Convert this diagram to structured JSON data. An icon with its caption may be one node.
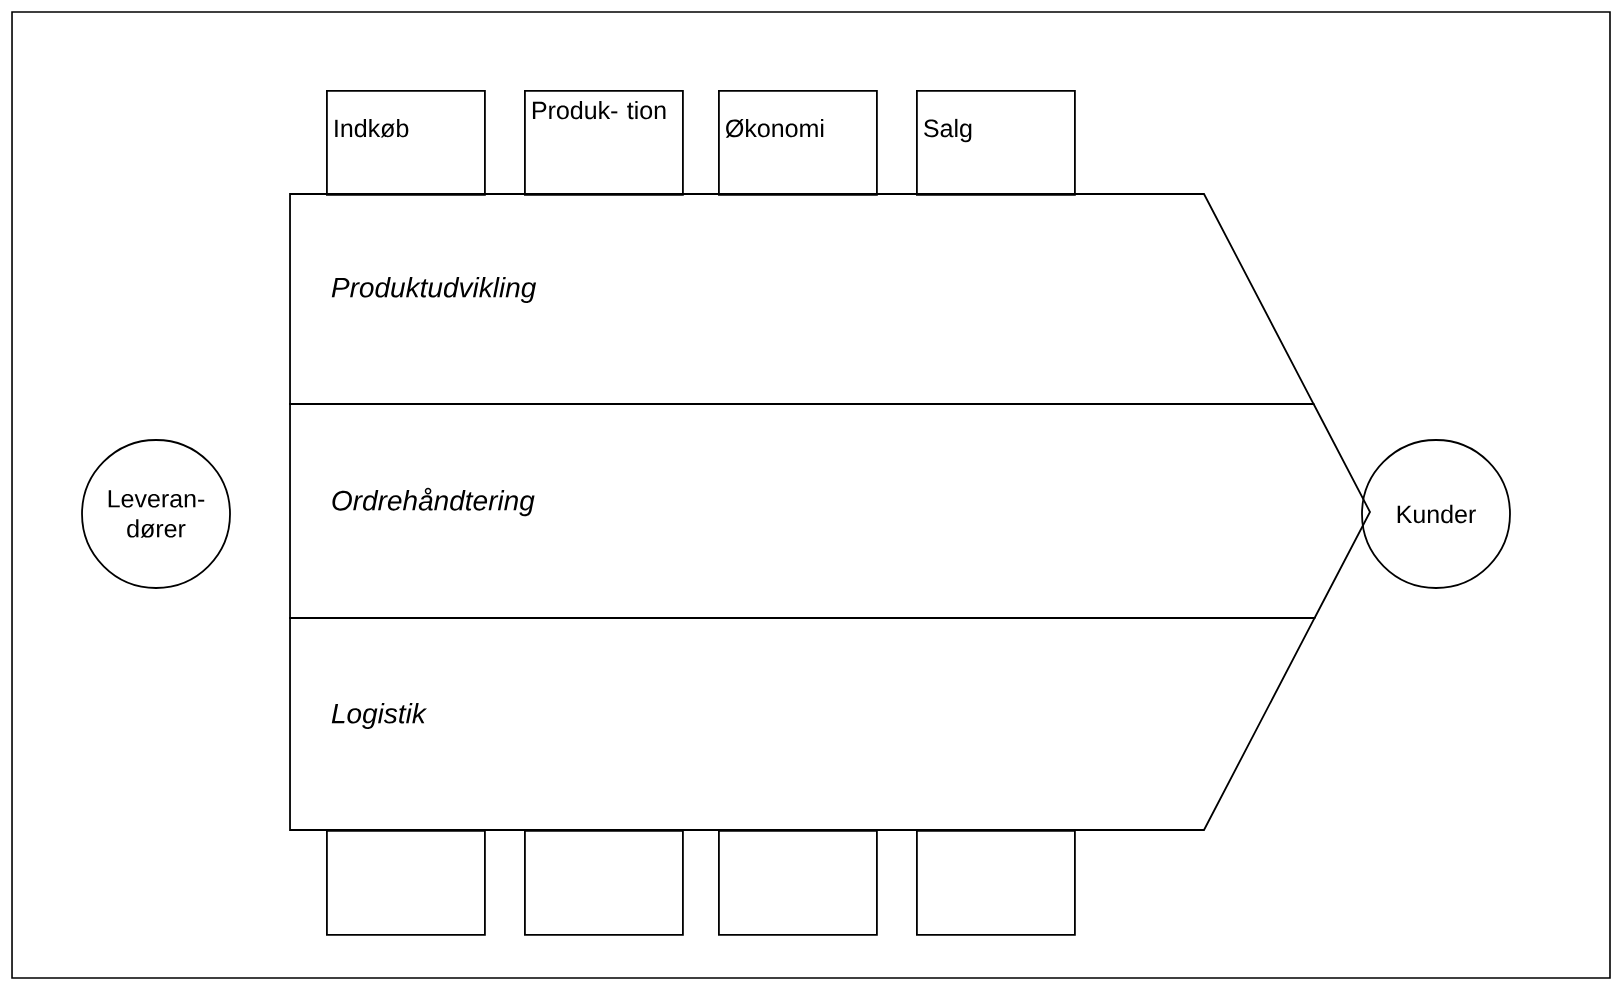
{
  "diagram": {
    "nodes": [
      {
        "text": [
          "Indkøb"
        ]
      },
      {
        "text": [
          "Produk- tion"
        ]
      },
      {
        "text": [
          "Økonomi"
        ]
      },
      {
        "text": [
          "Salg"
        ]
      },
      {
        "text": [
          "Leveran- dører"
        ]
      },
      {
        "text": [
          "Produktudvikling"
        ]
      },
      {
        "text": [
          "Ordrehåndtering"
        ]
      },
      {
        "text": [
          "Logistik"
        ]
      },
      {
        "text": [
          "Kunder"
        ]
      },
      {
        "text": [],
        "shape": "box"
      },
      {
        "text": [],
        "shape": "box"
      },
      {
        "text": [],
        "shape": "box"
      },
      {
        "text": [],
        "shape": "box"
      }
    ]
  }
}
